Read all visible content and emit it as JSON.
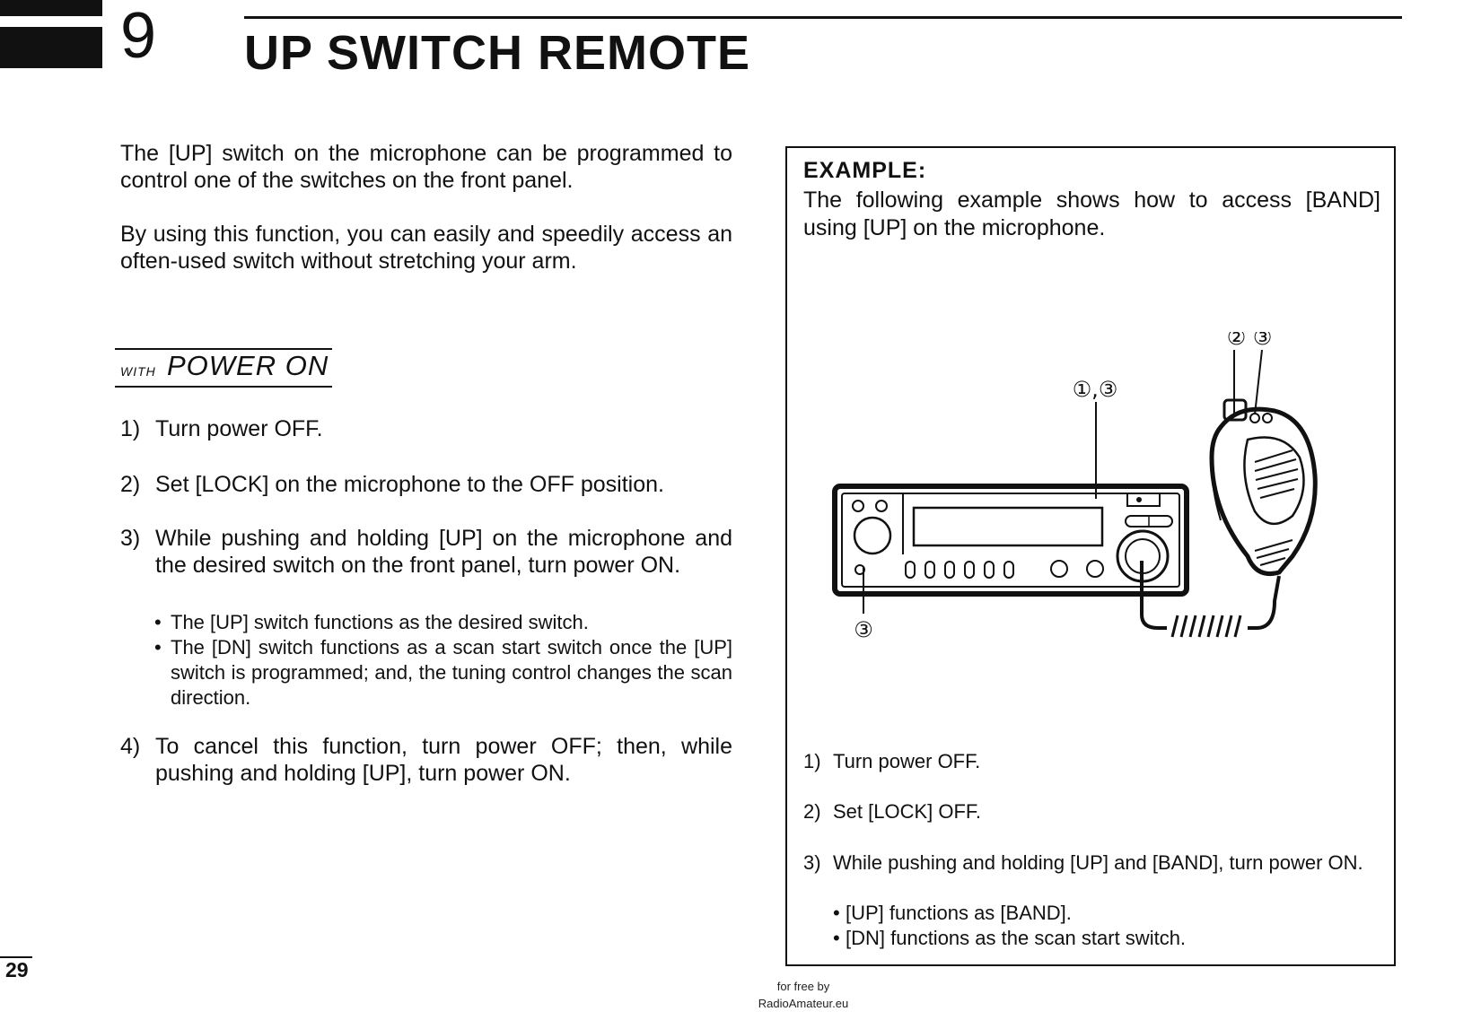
{
  "header": {
    "chapter_number": "9",
    "chapter_title": "UP SWITCH REMOTE"
  },
  "intro": {
    "paragraph1": "The [UP] switch on the microphone can be programmed to control one of the switches on the front panel.",
    "paragraph2": "By using this function, you can easily and speedily access an often-used switch without stretching your arm."
  },
  "section": {
    "prefix": "WITH",
    "title": "POWER ON"
  },
  "steps": [
    {
      "num": "1)",
      "text": "Turn power OFF."
    },
    {
      "num": "2)",
      "text": "Set [LOCK] on the microphone to the OFF position."
    },
    {
      "num": "3)",
      "text": "While pushing and holding [UP] on the microphone and the desired switch on the front panel, turn power ON."
    },
    {
      "num": "4)",
      "text": "To cancel this function, turn power OFF; then, while pushing and holding [UP], turn power ON."
    }
  ],
  "step3_bullets": [
    "The [UP] switch functions as the desired switch.",
    "The [DN] switch functions as a scan start switch once the [UP] switch is programmed; and, the tuning control changes the scan direction."
  ],
  "example": {
    "heading": "EXAMPLE:",
    "intro": "The following example shows how to access [BAND] using [UP] on the microphone.",
    "callouts": {
      "panel_top": "①,③",
      "mic_top": "② ③",
      "panel_bottom": "③"
    },
    "steps": [
      {
        "num": "1)",
        "text": "Turn power OFF."
      },
      {
        "num": "2)",
        "text": "Set [LOCK] OFF."
      },
      {
        "num": "3)",
        "text": "While pushing and holding [UP] and [BAND], turn power ON."
      }
    ],
    "bullets": [
      "[UP] functions as [BAND].",
      "[DN] functions as the scan start switch."
    ]
  },
  "page_number": "29",
  "footer": {
    "line1": "for free by",
    "line2": "RadioAmateur.eu"
  }
}
